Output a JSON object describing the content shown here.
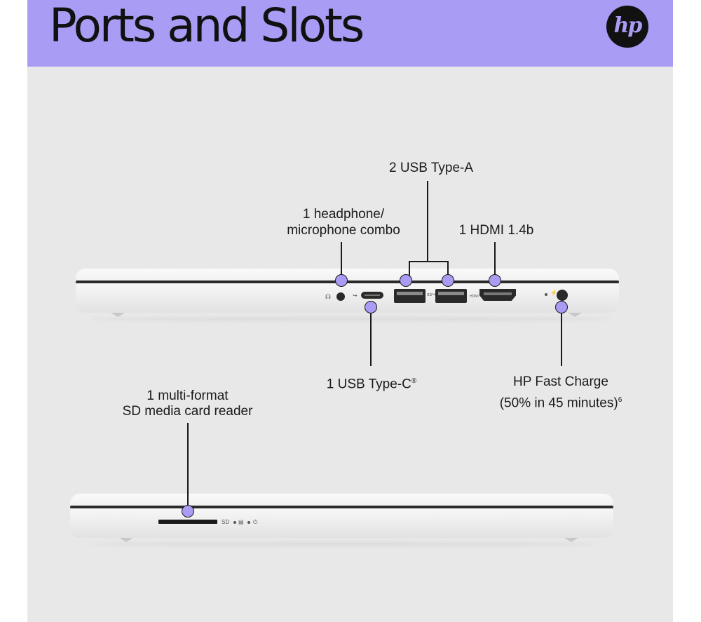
{
  "header": {
    "title": "Ports and Slots",
    "brand_logo": "hp"
  },
  "labels": {
    "usb_a": "2 USB Type-A",
    "headphone_line1": "1 headphone/",
    "headphone_line2": "microphone combo",
    "hdmi": "1 HDMI 1.4b",
    "usb_c": "1 USB Type-C",
    "usb_c_sup": "®",
    "fast_charge_line1": "HP Fast Charge",
    "fast_charge_line2": "(50% in 45 minutes)",
    "fast_charge_sup": "6",
    "sd_line1": "1 multi-format",
    "sd_line2": "SD media card reader"
  },
  "port_markings": {
    "sd": "SD"
  },
  "colors": {
    "accent": "#a89cf5",
    "panel": "#e8e8e8",
    "text": "#1a1a1a"
  }
}
